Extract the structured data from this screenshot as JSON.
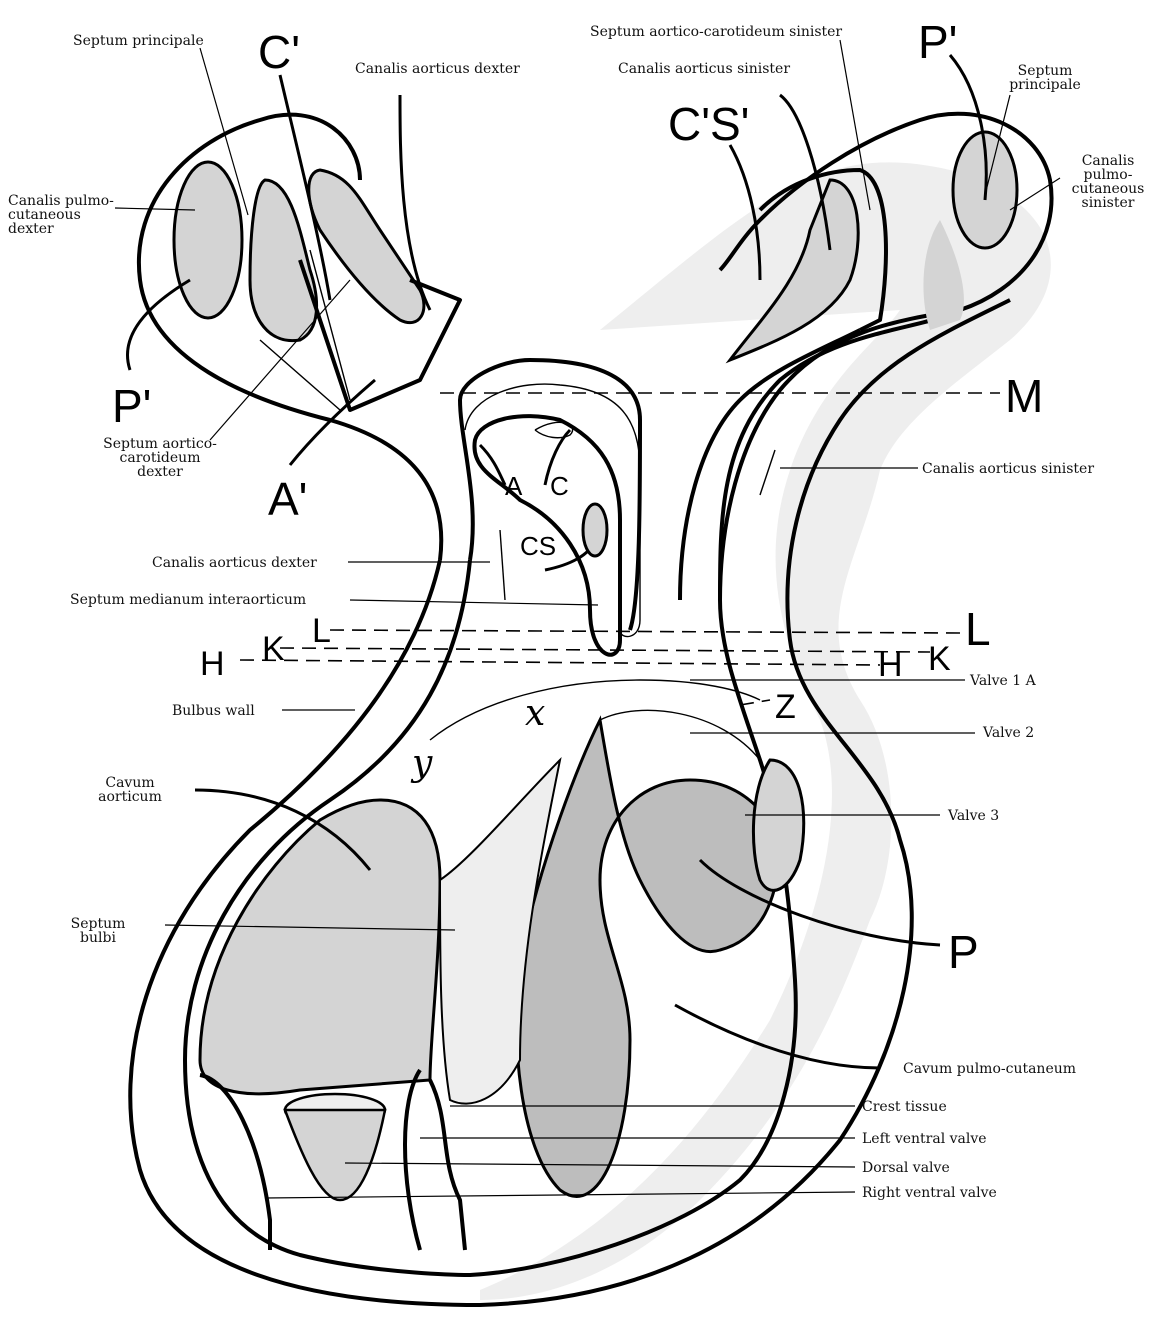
{
  "labels": {
    "septum_principale_left": "Septum principale",
    "canalis_pulmo_cutaneus_dexter": "Canalis pulmo-\ncutaneous\ndexter",
    "canalis_aorticus_dexter_top": "Canalis aorticus dexter",
    "septum_aortico_carotideum_sinister": "Septum aortico-carotideum sinister",
    "canalis_aorticus_sinister_top": "Canalis aorticus sinister",
    "septum_principale_right": "Septum\nprincipale",
    "canalis_pulmo_cutaneus_sinister": "Canalis\npulmo-\ncutaneous\nsinister",
    "septum_aortico_carotideum_dexter": "Septum aortico-\ncarotideum\ndexter",
    "canalis_aorticus_sinister_mid": "Canalis aorticus sinister",
    "canalis_aorticus_dexter_mid": "Canalis aorticus dexter",
    "septum_medianum_interaorticum": "Septum medianum interaorticum",
    "valve_1a": "Valve 1 A",
    "bulbus_wall": "Bulbus wall",
    "valve_2": "Valve 2",
    "cavum_aorticum": "Cavum\naorticum",
    "valve_3": "Valve 3",
    "septum_bulbi": "Septum\nbulbi",
    "cavum_pulmo_cutaneum": "Cavum pulmo-cutaneum",
    "crest_tissue": "Crest tissue",
    "left_ventral_valve": "Left ventral valve",
    "dorsal_valve": "Dorsal valve",
    "right_ventral_valve": "Right ventral valve"
  },
  "markers": {
    "c_prime": "C'",
    "p_prime_right": "P'",
    "cs_prime": "C'S'",
    "p_prime_left": "P'",
    "a_prime": "A'",
    "m": "M",
    "a": "A",
    "c": "C",
    "cs": "CS",
    "l_left": "L",
    "k_left": "K",
    "h_left": "H",
    "l_right": "L",
    "k_right": "K",
    "h_right": "H",
    "z": "Z",
    "x": "x",
    "y": "y",
    "p": "P"
  }
}
